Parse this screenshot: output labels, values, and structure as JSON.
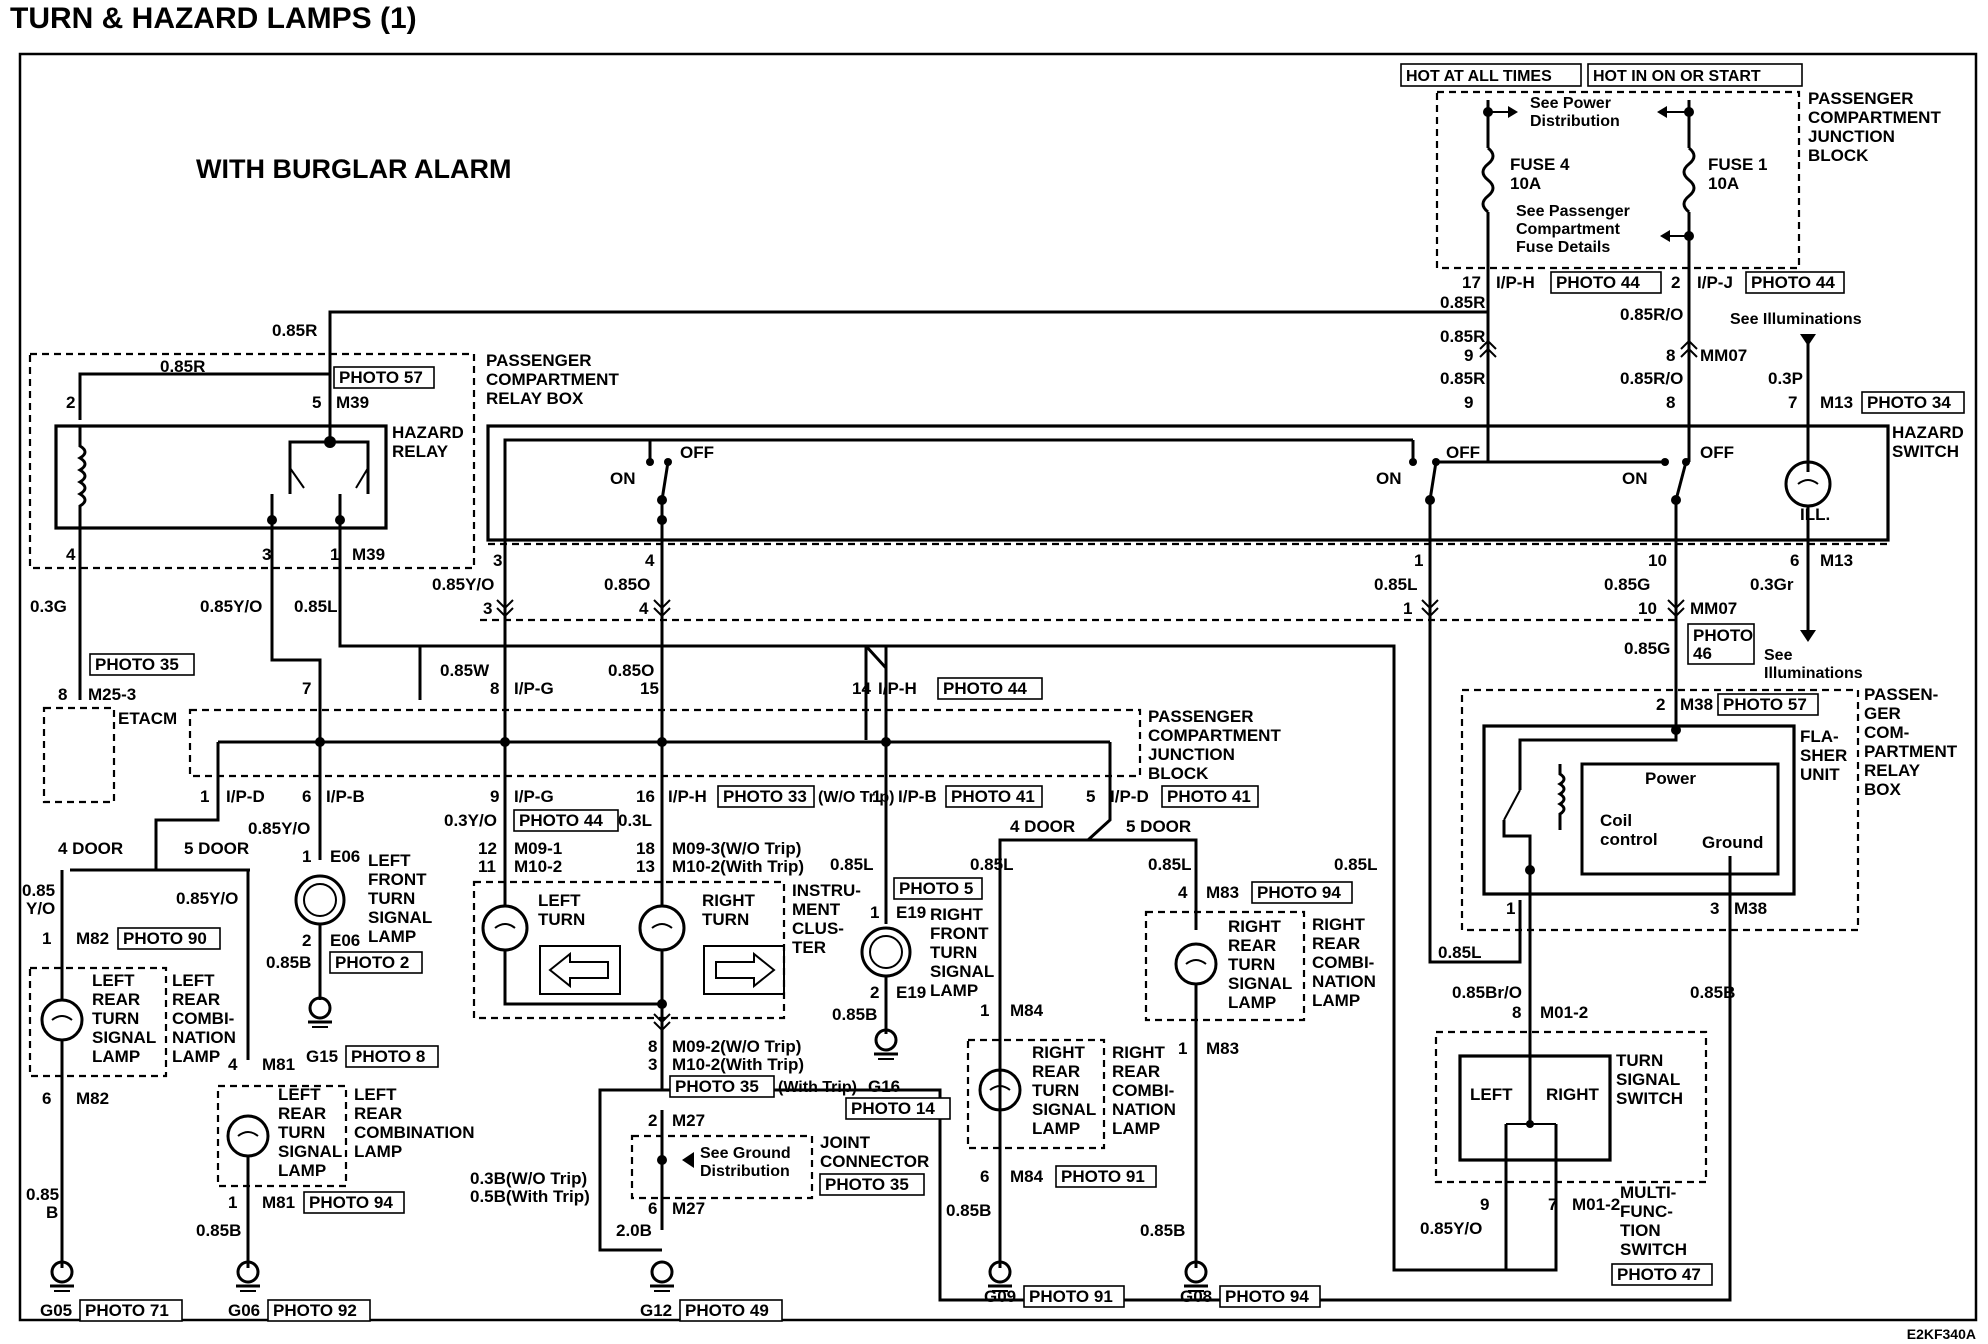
{
  "title": "TURN & HAZARD LAMPS (1)",
  "doc_code": "E2KF340A",
  "labels": {
    "burglar_alarm": "WITH BURGLAR ALARM",
    "hot_all_times": "HOT AT ALL TIMES",
    "hot_in_on_start": "HOT IN ON OR START",
    "pcjb_top": "PASSENGER COMPARTMENT JUNCTION BLOCK",
    "see_power_1": "See Power",
    "see_power_2": "Distribution",
    "fuse4_1": "FUSE 4",
    "fuse4_2": "10A",
    "fuse1_1": "FUSE 1",
    "fuse1_2": "10A",
    "see_pass_1": "See Passenger",
    "see_pass_2": "Compartment",
    "see_pass_3": "Fuse Details",
    "pcrb_left_1": "PASSENGER",
    "pcrb_left_2": "COMPARTMENT",
    "pcrb_left_3": "RELAY BOX",
    "hazard_relay_1": "HAZARD",
    "hazard_relay_2": "RELAY",
    "hazard_switch_1": "HAZARD",
    "hazard_switch_2": "SWITCH",
    "see_illum": "See Illuminations",
    "see_illum_1": "See",
    "see_illum_2": "Illuminations",
    "ill": "ILL.",
    "on": "ON",
    "off": "OFF",
    "etacm": "ETACM",
    "pcjb_mid_1": "PASSENGER",
    "pcjb_mid_2": "COMPARTMENT",
    "pcjb_mid_3": "JUNCTION",
    "pcjb_mid_4": "BLOCK",
    "pcrb_right_1": "PASSEN-",
    "pcrb_right_2": "GER",
    "pcrb_right_3": "COM-",
    "pcrb_right_4": "PARTMENT",
    "pcrb_right_5": "RELAY",
    "pcrb_right_6": "BOX",
    "flasher_1": "FLA-",
    "flasher_2": "SHER",
    "flasher_3": "UNIT",
    "power": "Power",
    "coil_1": "Coil",
    "coil_2": "control",
    "ground": "Ground",
    "four_door": "4 DOOR",
    "five_door": "5 DOOR",
    "lft_1": "LEFT",
    "lft_2": "FRONT",
    "lft_3": "TURN",
    "lft_4": "SIGNAL",
    "lft_5": "LAMP",
    "left_turn_1": "LEFT",
    "left_turn_2": "TURN",
    "right_turn_1": "RIGHT",
    "right_turn_2": "TURN",
    "inst_1": "INSTRU-",
    "inst_2": "MENT",
    "inst_3": "CLUS-",
    "inst_4": "TER",
    "rft_1": "RIGHT",
    "rft_2": "FRONT",
    "rft_3": "TURN",
    "rft_4": "SIGNAL",
    "rft_5": "LAMP",
    "rrtsl_1": "RIGHT",
    "rrtsl_2": "REAR",
    "rrtsl_3": "TURN",
    "rrtsl_4": "SIGNAL",
    "rrtsl_5": "LAMP",
    "rrcl_1": "RIGHT",
    "rrcl_2": "REAR",
    "rrcl_3": "COMBI-",
    "rrcl_4": "NATION",
    "rrcl_5": "LAMP",
    "rrcl2_1": "RIGHT",
    "rrcl2_2": "REAR",
    "rrcl2_3": "COMBI-",
    "rrcl2_4": "NATION",
    "rrcl2_5": "LAMP",
    "lrtsl_1": "LEFT",
    "lrtsl_2": "REAR",
    "lrtsl_3": "TURN",
    "lrtsl_4": "SIGNAL",
    "lrtsl_5": "LAMP",
    "lrcl_1": "LEFT",
    "lrcl_2": "REAR",
    "lrcl_3": "COMBI-",
    "lrcl_4": "NATION",
    "lrcl_5": "LAMP",
    "lrcl2_1": "LEFT",
    "lrcl2_2": "REAR",
    "lrcl2_3": "COMBINATION",
    "lrcl2_4": "LAMP",
    "see_ground_1": "See Ground",
    "see_ground_2": "Distribution",
    "joint_1": "JOINT",
    "joint_2": "CONNECTOR",
    "tss_1": "TURN",
    "tss_2": "SIGNAL",
    "tss_3": "SWITCH",
    "left": "LEFT",
    "right": "RIGHT",
    "mfs_1": "MULTI-",
    "mfs_2": "FUNC-",
    "mfs_3": "TION",
    "mfs_4": "SWITCH"
  },
  "photos": {
    "p44a": "PHOTO 44",
    "p44b": "PHOTO 44",
    "p57a": "PHOTO 57",
    "p34": "PHOTO 34",
    "p35a": "PHOTO 35",
    "p46_1": "PHOTO",
    "p46_2": "46",
    "p44c": "PHOTO 44",
    "p57b": "PHOTO 57",
    "p44d": "PHOTO 44",
    "p33": "PHOTO 33",
    "p41a": "PHOTO 41",
    "p41b": "PHOTO 41",
    "p90": "PHOTO 90",
    "p2": "PHOTO 2",
    "p8": "PHOTO 8",
    "p5": "PHOTO 5",
    "p94a": "PHOTO 94",
    "p35b": "PHOTO 35",
    "p14": "PHOTO 14",
    "p35c": "PHOTO 35",
    "p91a": "PHOTO 91",
    "p94b": "PHOTO 94",
    "p71": "PHOTO 71",
    "p92": "PHOTO 92",
    "p49": "PHOTO 49",
    "p91b": "PHOTO 91",
    "p94c": "PHOTO 94",
    "p47": "PHOTO 47"
  },
  "wires": {
    "w085R_a": "0.85R",
    "w085R_b": "0.85R",
    "w085R_c": "0.85R",
    "w085R_d": "0.85R",
    "w085R_e": "0.85R",
    "w085RO_a": "0.85R/O",
    "w085RO_b": "0.85R/O",
    "w03P": "0.3P",
    "w085YO_a": "0.85Y/O",
    "w085O_a": "0.85O",
    "w085L_a": "0.85L",
    "w085G_a": "0.85G",
    "w03Gr": "0.3Gr",
    "w085G_b": "0.85G",
    "w03G": "0.3G",
    "w085YO_b": "0.85Y/O",
    "w085L_b": "0.85L",
    "w085W": "0.85W",
    "w085O_b": "0.85O",
    "w085YO_c": "0.85Y/O",
    "w03YO": "0.3Y/O",
    "w03L": "0.3L",
    "w085L_c": "0.85L",
    "w085L_d": "0.85L",
    "w085L_e": "0.85L",
    "w085L_f": "0.85L",
    "w085_1": "0.85",
    "w085_2": "Y/O",
    "w085YO_d": "0.85Y/O",
    "w085B_a": "0.85B",
    "w085B_b": "0.85B",
    "w085L_g": "0.85L",
    "w085BrO": "0.85Br/O",
    "w085B_c": "0.85B",
    "w085_3": "0.85",
    "w085_4": "B",
    "w085B_d": "0.85B",
    "w03B": "0.3B(W/O Trip)",
    "w05B": "0.5B(With Trip)",
    "w20B": "2.0B",
    "w085B_e": "0.85B",
    "w085B_f": "0.85B",
    "w085YO_e": "0.85Y/O"
  },
  "connectors": {
    "c17": "17",
    "cIPH": "I/P-H",
    "c2": "2",
    "cIPJ": "I/P-J",
    "c9a": "9",
    "c8a": "8",
    "cMM07a": "MM07",
    "c9b": "9",
    "c8b": "8",
    "c7": "7",
    "cM13a": "M13",
    "c2r": "2",
    "c5r": "5",
    "cM39a": "M39",
    "c4r": "4",
    "c3r": "3",
    "c1r": "1",
    "cM39b": "M39",
    "c3a": "3",
    "c4a": "4",
    "c1a": "1",
    "c10a": "10",
    "c6a": "6",
    "cM13b": "M13",
    "c3b": "3",
    "c4b": "4",
    "c1b": "1",
    "c10b": "10",
    "cMM07b": "MM07",
    "c8c": "8",
    "cM253": "M25-3",
    "c7b": "7",
    "c8d": "8",
    "cIPG": "I/P-G",
    "c15": "15",
    "c14": "14",
    "cIPH2": "I/P-H",
    "c2f": "2",
    "cM38a": "M38",
    "c1c": "1",
    "cIPD": "I/P-D",
    "c6c": "6",
    "cIPB": "I/P-B",
    "c9c": "9",
    "cIPG2": "I/P-G",
    "c16": "16",
    "cIPH3": "I/P-H",
    "cWO": "(W/O Trip)",
    "c1d": "1",
    "cIPB2": "I/P-B",
    "c5d": "5",
    "cIPD2": "I/P-D",
    "c1e": "1",
    "cE06a": "E06",
    "c2e": "2",
    "cE06b": "E06",
    "c12": "12",
    "cM091": "M09-1",
    "c11": "11",
    "cM102": "M10-2",
    "c18": "18",
    "cM093": "M09-3(W/O Trip)",
    "c13": "13",
    "cM102b": "M10-2(With Trip)",
    "c1g": "1",
    "cE19a": "E19",
    "c2g": "2",
    "cE19b": "E19",
    "c4h": "4",
    "cM83a": "M83",
    "c1i": "1",
    "cM84a": "M84",
    "c1j": "1",
    "cM83b": "M83",
    "c1k": "1",
    "cM82a": "M82",
    "c6k": "6",
    "cM82b": "M82",
    "c4l": "4",
    "cM81a": "M81",
    "c1l": "1",
    "cM81b": "M81",
    "c8m": "8",
    "cM092": "M09-2(W/O Trip)",
    "c3m": "3",
    "cM102c": "M10-2(With Trip)",
    "cWith": "(With Trip)",
    "c2n": "2",
    "cM27a": "M27",
    "c6n": "6",
    "cM27b": "M27",
    "c6o": "6",
    "cM84b": "M84",
    "c1f": "1",
    "c3f": "3",
    "cM38b": "M38",
    "c8p": "8",
    "cM012a": "M01-2",
    "c9p": "9",
    "c7p": "7",
    "cM012b": "M01-2"
  },
  "grounds": {
    "g05": "G05",
    "g06": "G06",
    "g12": "G12",
    "g09": "G09",
    "g08": "G08",
    "g15": "G15",
    "g16": "G16"
  }
}
